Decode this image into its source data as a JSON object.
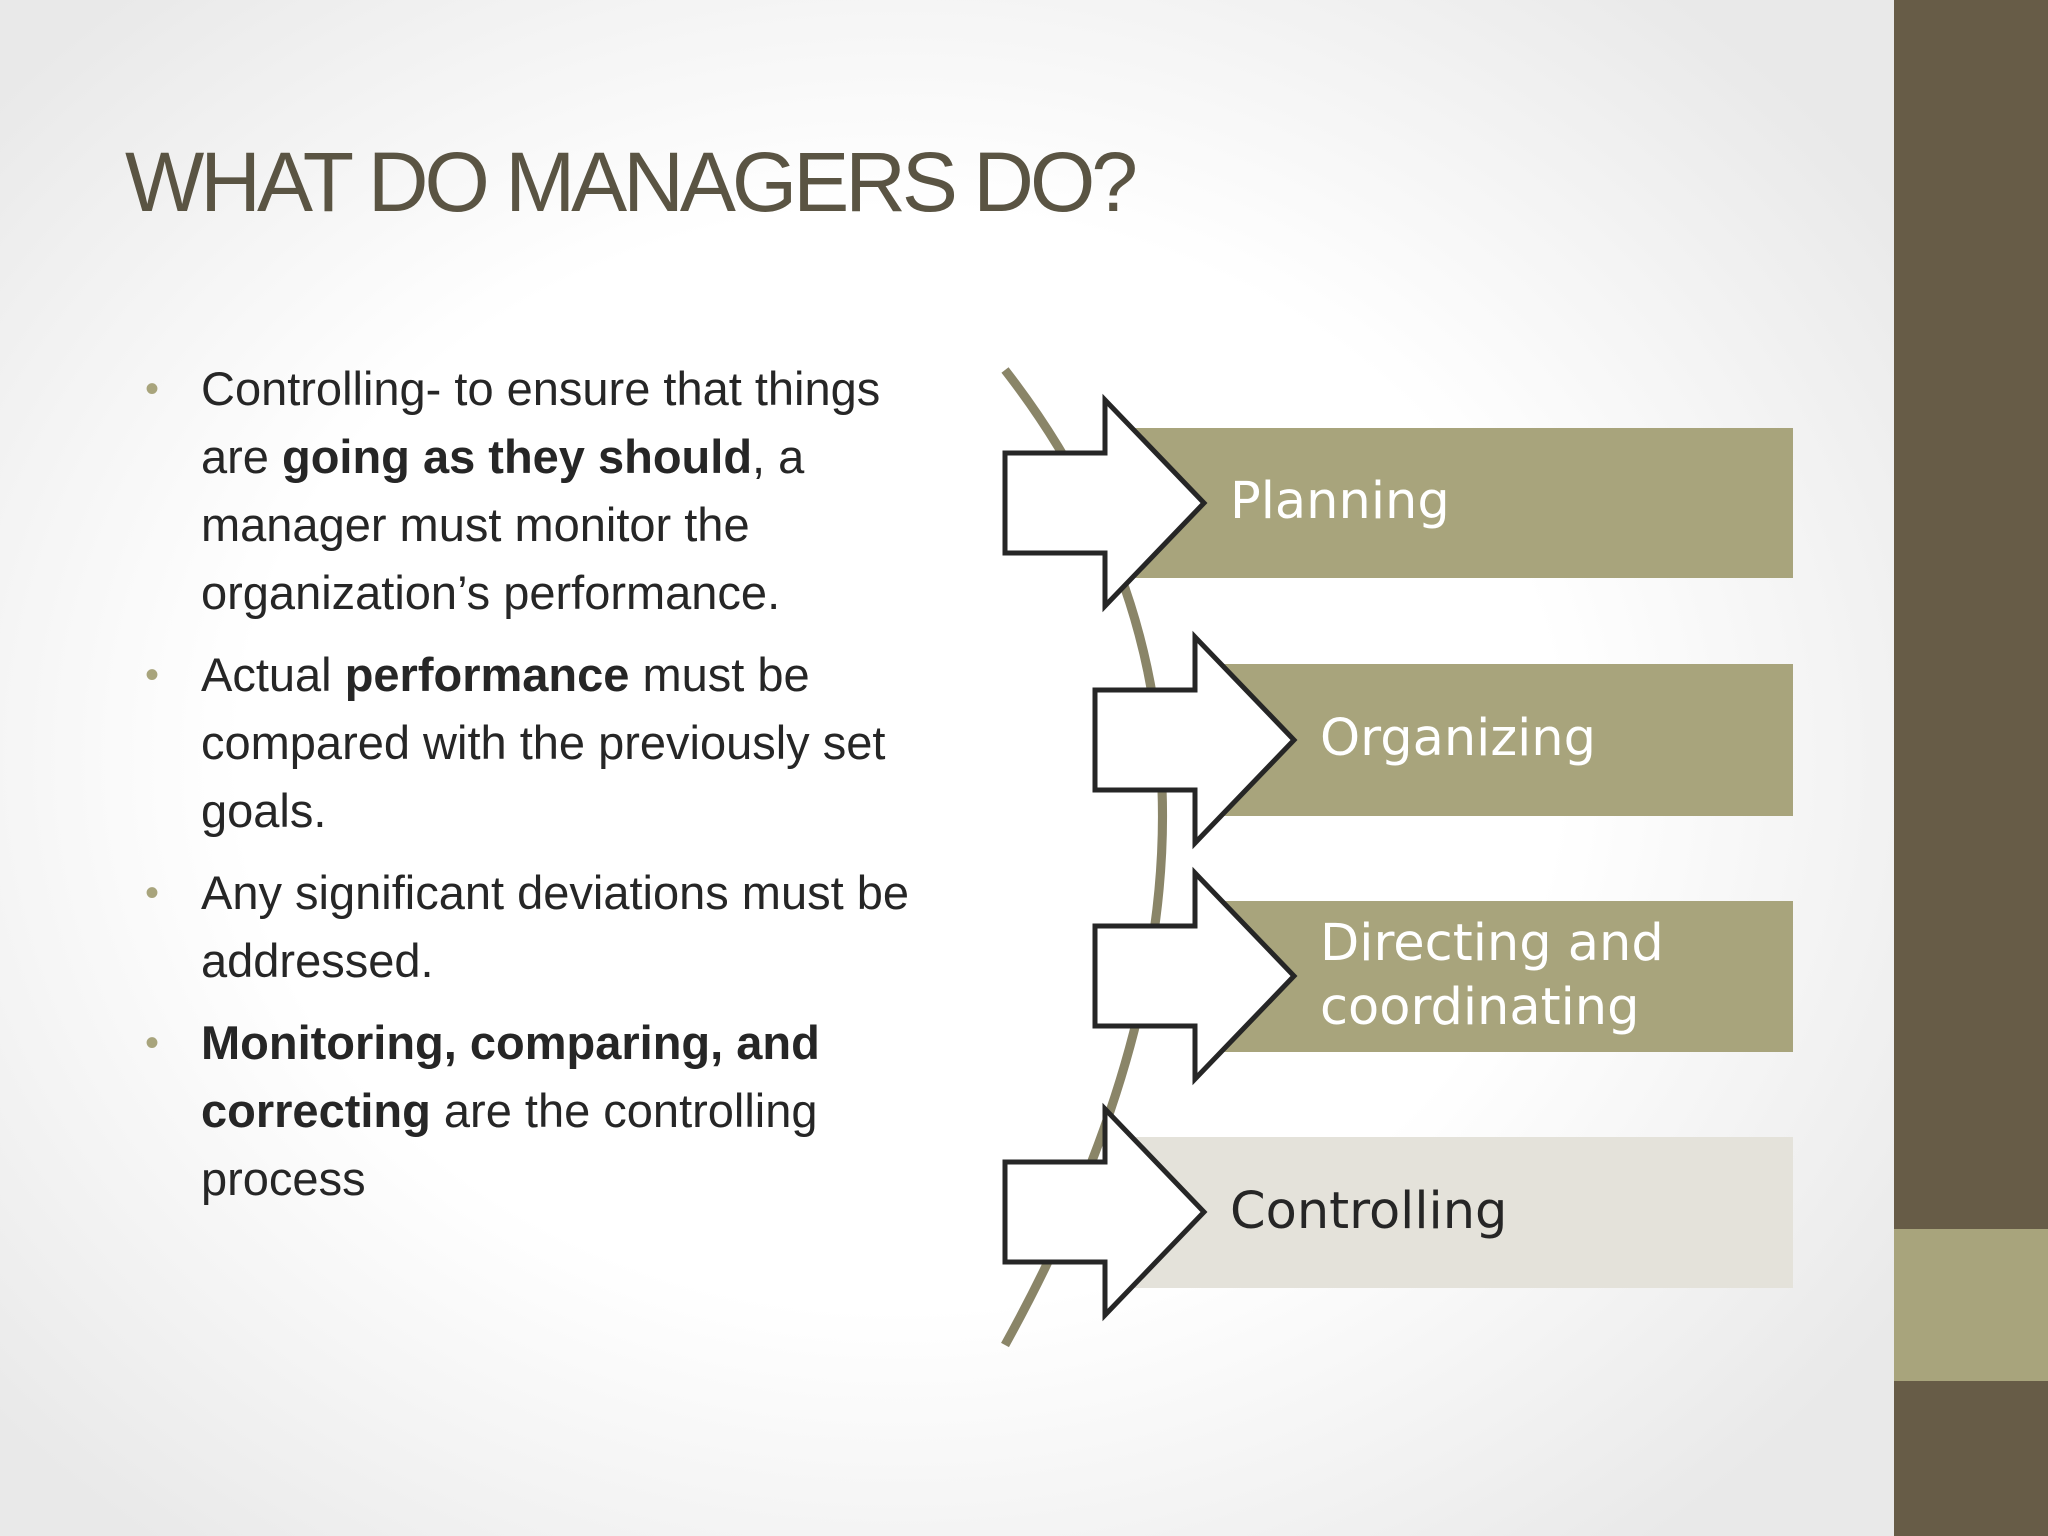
{
  "slide": {
    "title": "WHAT DO MANAGERS DO?",
    "bullets": [
      [
        {
          "text": "Controlling- to ensure that things are ",
          "bold": false
        },
        {
          "text": "going as they should",
          "bold": true
        },
        {
          "text": ", a manager must monitor the organization’s performance.",
          "bold": false
        }
      ],
      [
        {
          "text": "Actual ",
          "bold": false
        },
        {
          "text": "performance",
          "bold": true
        },
        {
          "text": " must be compared with the previously set goals.",
          "bold": false
        }
      ],
      [
        {
          "text": "Any significant deviations must be addressed.",
          "bold": false
        }
      ],
      [
        {
          "text": "Monitoring, comparing, and correcting",
          "bold": true
        },
        {
          "text": " are the controlling process",
          "bold": false
        }
      ]
    ],
    "steps": [
      {
        "label": "Planning",
        "active": false
      },
      {
        "label": "Organizing",
        "active": false
      },
      {
        "label": "Directing and coordinating",
        "active": false
      },
      {
        "label": "Controlling",
        "active": true
      }
    ],
    "colors": {
      "title": "#5a5443",
      "step_fill": "#a8a47c",
      "step_active_fill": "#e4e2da",
      "sidebar": "#675c47",
      "sidebar_accent": "#a8a47c"
    }
  }
}
